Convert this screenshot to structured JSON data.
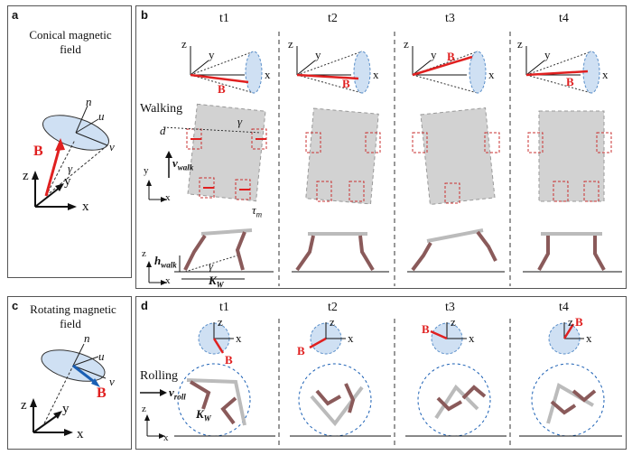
{
  "panel_a": {
    "label": "a",
    "title_line1": "Conical magnetic",
    "title_line2": "field"
  },
  "panel_b": {
    "label": "b",
    "walking": "Walking",
    "tau": "τ",
    "tau_sub": "m"
  },
  "panel_c": {
    "label": "c",
    "title_line1": "Rotating magnetic",
    "title_line2": "field"
  },
  "panel_d": {
    "label": "d",
    "rolling": "Rolling"
  },
  "time_labels": [
    "t1",
    "t2",
    "t3",
    "t4"
  ],
  "symbols": {
    "n": "n",
    "u": "u",
    "v": "v",
    "gamma": "γ",
    "B": "B",
    "x": "x",
    "y": "y",
    "z": "z",
    "d": "d",
    "v_walk": "v",
    "walk": "walk",
    "h_walk": "h",
    "K": "K",
    "W": "W",
    "v_roll": "v",
    "roll": "roll"
  },
  "colors": {
    "field": "#e02020",
    "disc": "#cfe0f3",
    "disc_edge": "#5b8fc9",
    "body": "#d2d2d2",
    "dash": "#c93030"
  }
}
